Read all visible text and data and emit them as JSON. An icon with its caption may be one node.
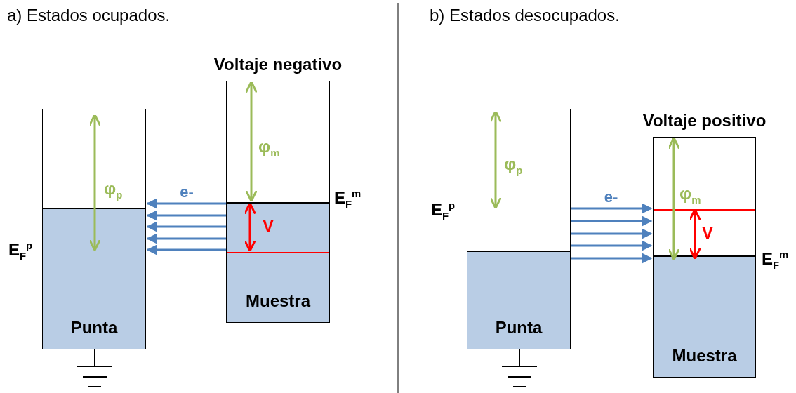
{
  "diagram": {
    "nodes": [
      {
        "text": [
          "Punta"
        ]
      },
      {
        "text": [
          "Voltaje negativo",
          "Muestra"
        ]
      },
      {
        "text": [
          "Punta"
        ]
      },
      {
        "text": [
          "Voltaje positivo",
          "Muestra"
        ]
      }
    ],
    "edges": [
      {
        "from": 1,
        "to": 0,
        "arrow": "to",
        "label": "e-"
      },
      {
        "from": 1,
        "to": 0,
        "arrow": "to"
      },
      {
        "from": 1,
        "to": 0,
        "arrow": "to"
      },
      {
        "from": 1,
        "to": 0,
        "arrow": "to"
      },
      {
        "from": 1,
        "to": 0,
        "arrow": "to"
      },
      {
        "from": 2,
        "to": 3,
        "arrow": "to",
        "label": "e-"
      },
      {
        "from": 2,
        "to": 3,
        "arrow": "to"
      },
      {
        "from": 2,
        "to": 3,
        "arrow": "to"
      },
      {
        "from": 2,
        "to": 3,
        "arrow": "to"
      },
      {
        "from": 2,
        "to": 3,
        "arrow": "to"
      }
    ],
    "labels": [
      "a) Estados ocupados.",
      "φ$_{p}$",
      "φ$_{m}$",
      "V",
      "E$_{F}$$^{p}$",
      "E$_{F}$$^{m}$",
      "b) Estados desocupados.",
      "φ$_{p}$",
      "φ$_{m}$",
      "V",
      "E$_{F}$$^{p}$",
      "E$_{F}$$^{m}$"
    ]
  }
}
